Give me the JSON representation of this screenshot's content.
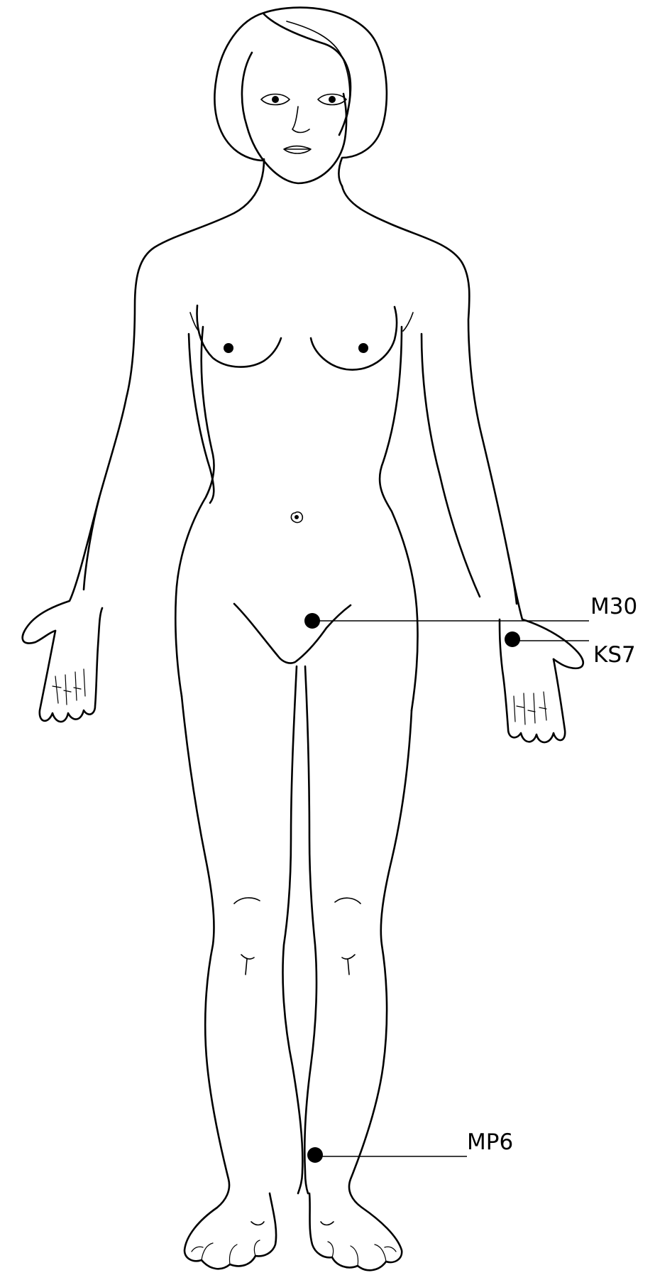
{
  "points": [
    {
      "id": "m30",
      "label": "M30"
    },
    {
      "id": "ks7",
      "label": "KS7"
    },
    {
      "id": "mp6",
      "label": "MP6"
    }
  ]
}
